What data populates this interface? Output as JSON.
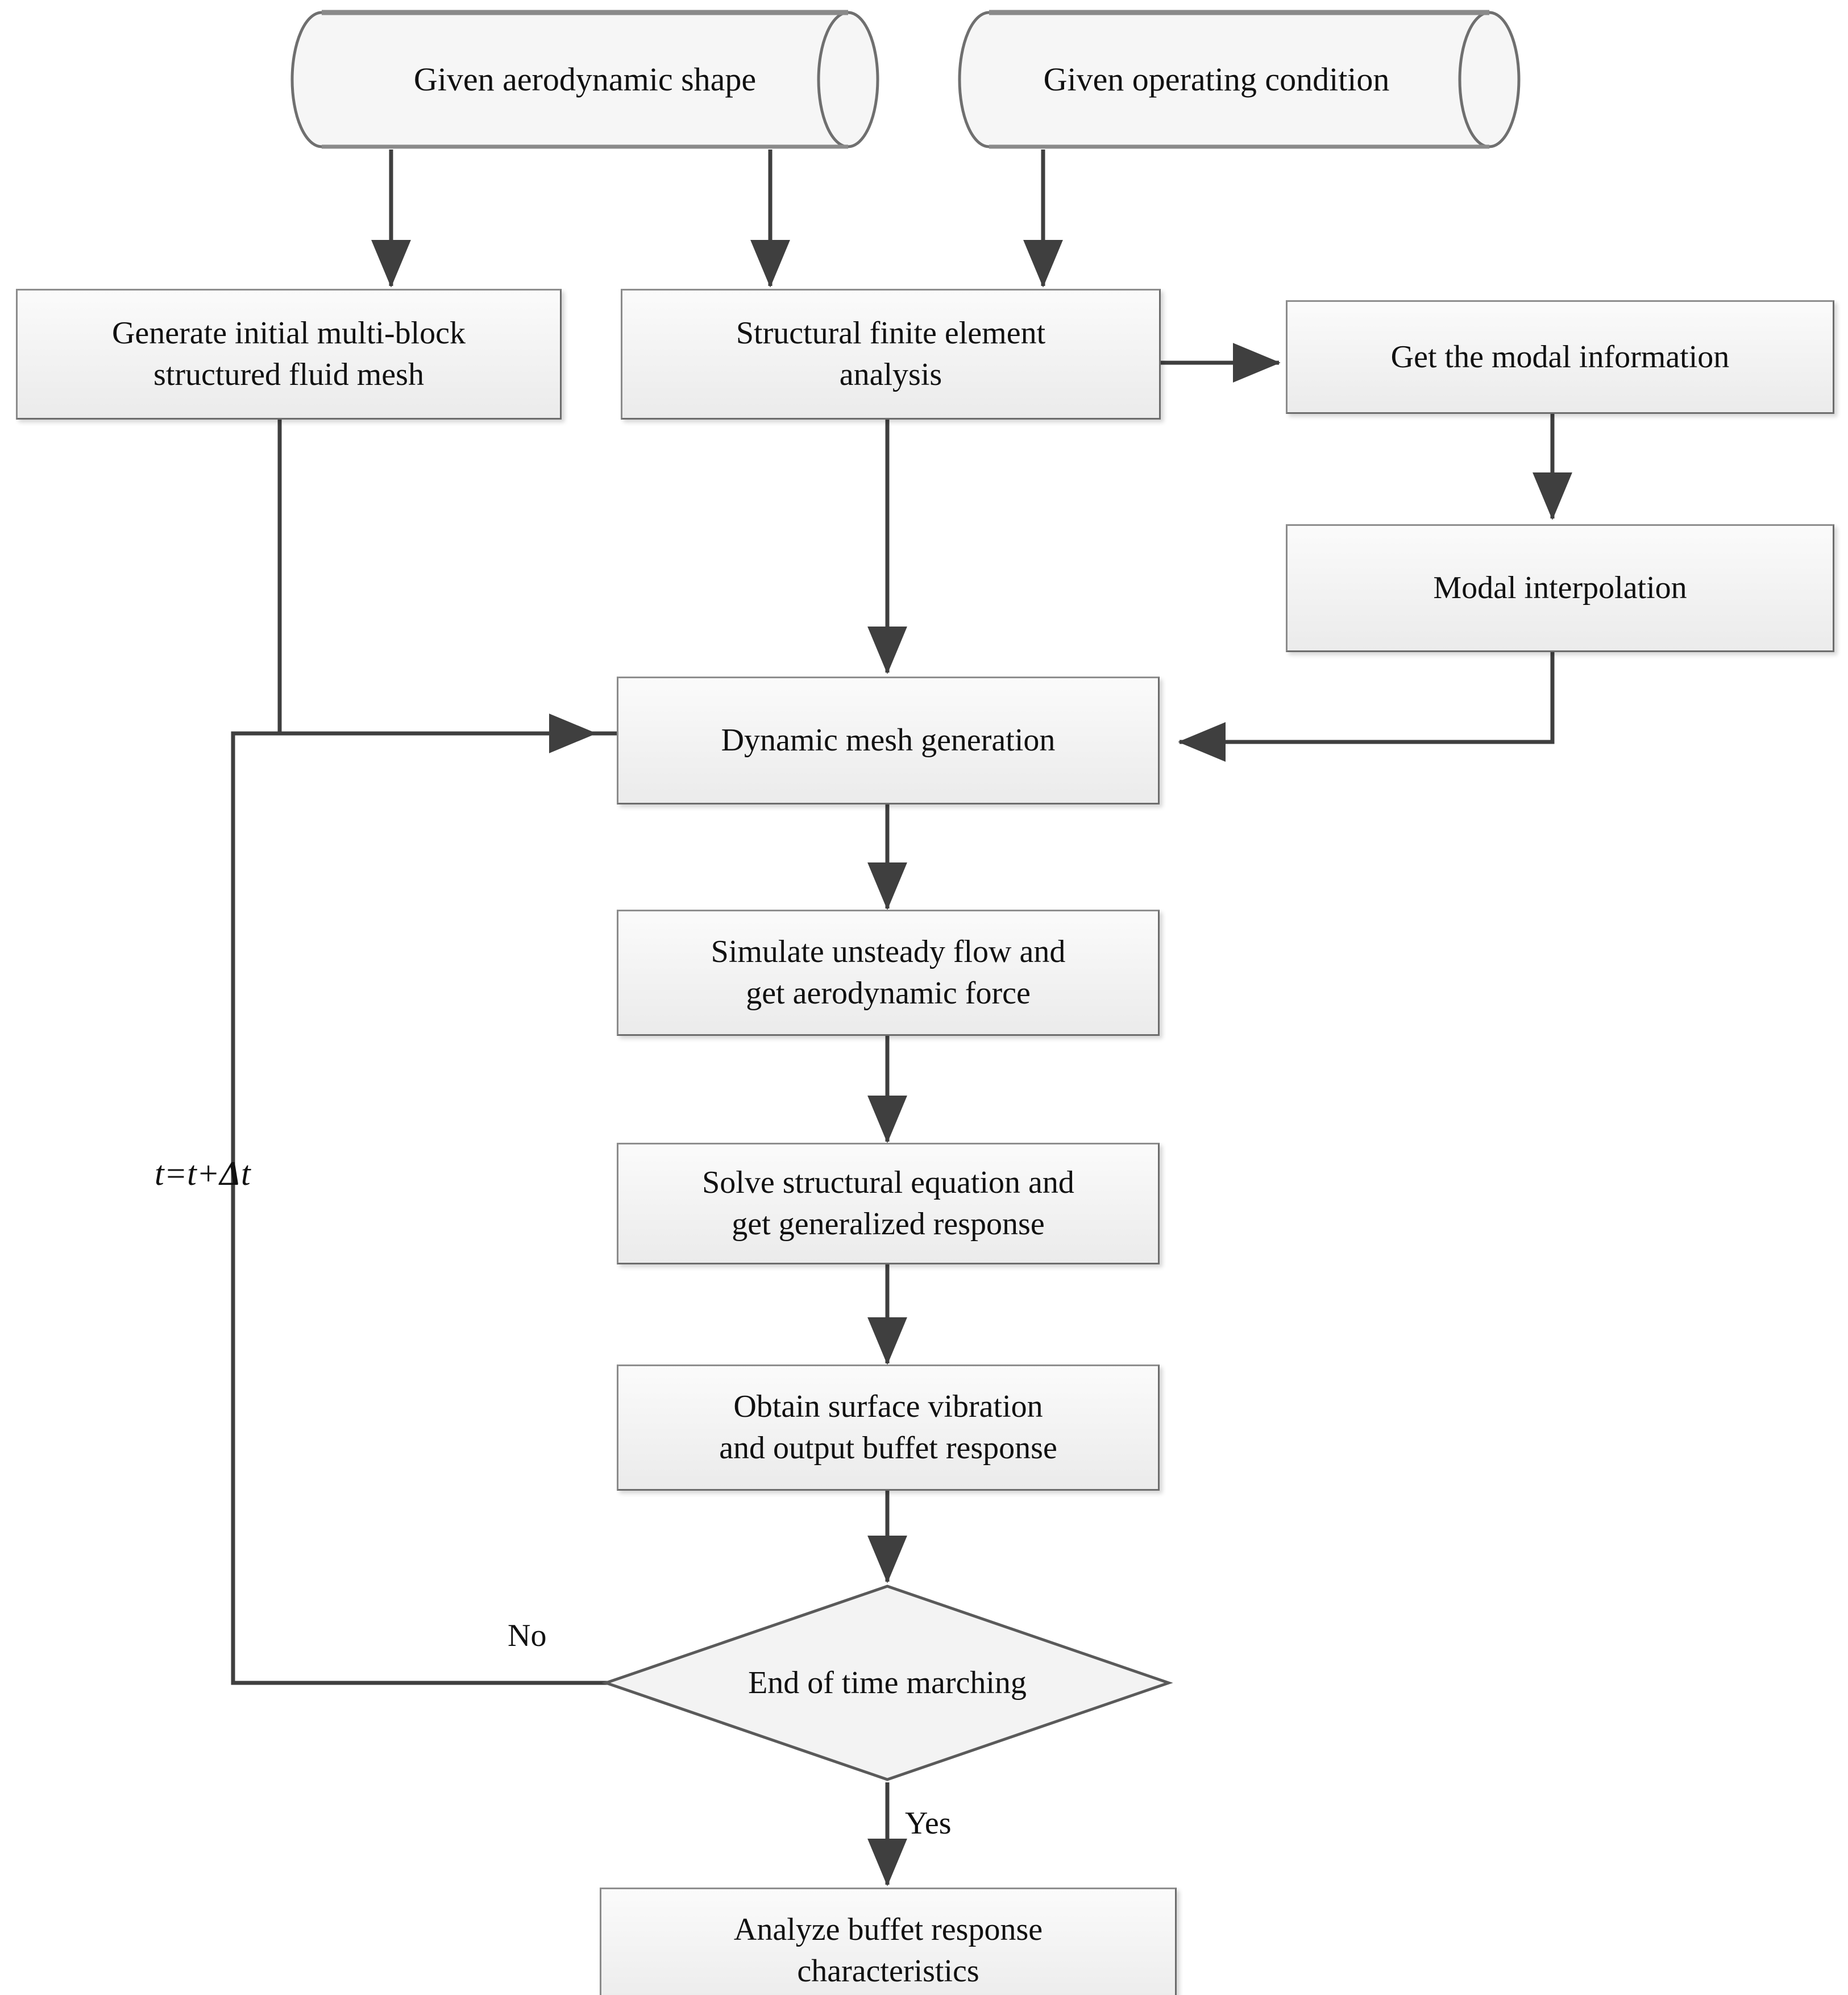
{
  "diagram": {
    "title": "Aeroelastic buffet response simulation flowchart",
    "background_color": "#ffffff",
    "line_color": "#3f3f3f",
    "node_fill": "#f2f2f2",
    "node_border": "#6d6d6d",
    "text_color": "#111111"
  },
  "nodes": [
    {
      "id": "given-aerodynamic-shape",
      "shape": "cylinder",
      "label": "Given aerodynamic shape"
    },
    {
      "id": "given-operating-condition",
      "shape": "cylinder",
      "label": "Given operating condition"
    },
    {
      "id": "generate-initial-mesh",
      "shape": "process",
      "label": "Generate initial multi-block structured fluid mesh"
    },
    {
      "id": "structural-fea",
      "shape": "process",
      "label": "Structural finite element analysis"
    },
    {
      "id": "get-modal-information",
      "shape": "process",
      "label": "Get the modal information"
    },
    {
      "id": "modal-interpolation",
      "shape": "process",
      "label": "Modal interpolation"
    },
    {
      "id": "dynamic-mesh-generation",
      "shape": "process",
      "label": "Dynamic mesh generation"
    },
    {
      "id": "simulate-unsteady-flow",
      "shape": "process",
      "label": "Simulate unsteady flow and get aerodynamic force"
    },
    {
      "id": "solve-structural-equation",
      "shape": "process",
      "label": "Solve structural equation and get generalized response"
    },
    {
      "id": "obtain-surface-vibration",
      "shape": "process",
      "label": "Obtain surface vibration and output buffet response"
    },
    {
      "id": "end-of-time-marching",
      "shape": "decision",
      "label": "End of time marching"
    },
    {
      "id": "analyze-buffet-response",
      "shape": "process",
      "label": "Analyze buffet response characteristics"
    }
  ],
  "node_labels": {
    "given_aerodynamic_shape": "Given aerodynamic shape",
    "given_operating_condition": "Given operating condition",
    "generate_initial_mesh_line1": "Generate initial multi-block",
    "generate_initial_mesh_line2": "structured fluid mesh",
    "structural_fea_line1": "Structural finite element",
    "structural_fea_line2": "analysis",
    "get_modal_information": "Get the modal information",
    "modal_interpolation": "Modal interpolation",
    "dynamic_mesh_generation": "Dynamic mesh generation",
    "simulate_unsteady_flow_line1": "Simulate unsteady flow and",
    "simulate_unsteady_flow_line2": "get aerodynamic force",
    "solve_structural_equation_line1": "Solve structural equation and",
    "solve_structural_equation_line2": "get generalized response",
    "obtain_surface_vibration_line1": "Obtain surface vibration",
    "obtain_surface_vibration_line2": "and output buffet response",
    "end_of_time_marching": "End of time marching",
    "analyze_buffet_response_line1": "Analyze buffet response",
    "analyze_buffet_response_line2": "characteristics"
  },
  "edge_labels": {
    "no": "No",
    "yes": "Yes",
    "time_step_t": "t",
    "time_step_eq": "=",
    "time_step_t2": "t",
    "time_step_plus": "+",
    "time_step_delta": "Δ",
    "time_step_t3": "t",
    "time_step_full": "t=t+Δt"
  },
  "edges": [
    {
      "from": "given-aerodynamic-shape",
      "to": "generate-initial-mesh",
      "label": ""
    },
    {
      "from": "given-aerodynamic-shape",
      "to": "structural-fea",
      "label": ""
    },
    {
      "from": "given-operating-condition",
      "to": "structural-fea",
      "label": ""
    },
    {
      "from": "structural-fea",
      "to": "get-modal-information",
      "label": ""
    },
    {
      "from": "get-modal-information",
      "to": "modal-interpolation",
      "label": ""
    },
    {
      "from": "generate-initial-mesh",
      "to": "dynamic-mesh-generation",
      "label": ""
    },
    {
      "from": "structural-fea",
      "to": "dynamic-mesh-generation",
      "label": ""
    },
    {
      "from": "modal-interpolation",
      "to": "dynamic-mesh-generation",
      "label": ""
    },
    {
      "from": "dynamic-mesh-generation",
      "to": "simulate-unsteady-flow",
      "label": ""
    },
    {
      "from": "simulate-unsteady-flow",
      "to": "solve-structural-equation",
      "label": ""
    },
    {
      "from": "solve-structural-equation",
      "to": "obtain-surface-vibration",
      "label": ""
    },
    {
      "from": "obtain-surface-vibration",
      "to": "end-of-time-marching",
      "label": ""
    },
    {
      "from": "end-of-time-marching",
      "to": "dynamic-mesh-generation",
      "label": "No"
    },
    {
      "from": "end-of-time-marching",
      "to": "analyze-buffet-response",
      "label": "Yes"
    }
  ]
}
